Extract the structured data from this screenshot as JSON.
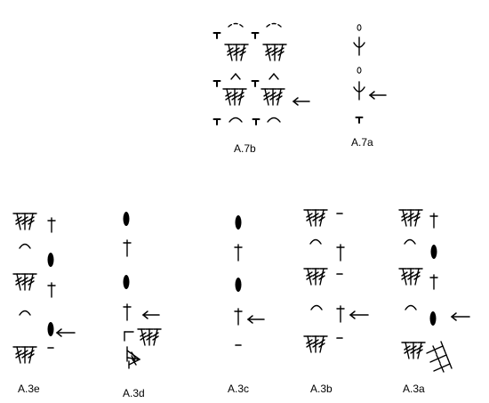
{
  "colors": {
    "ink": "#000000",
    "background": "#ffffff"
  },
  "symbols": {
    "ch": "chain stitch",
    "sc": "single crochet",
    "dc": "double crochet",
    "tr": "treble crochet",
    "ring": "chain ring",
    "arc": "chain space",
    "cluster3": "3-treble group",
    "fan": "fan of trebles",
    "arrow": "row indicator"
  },
  "diagrams": [
    {
      "id": "A.7b",
      "label": "A.7b"
    },
    {
      "id": "A.7a",
      "label": "A.7a"
    },
    {
      "id": "A.3e",
      "label": "A.3e"
    },
    {
      "id": "A.3d",
      "label": "A.3d"
    },
    {
      "id": "A.3c",
      "label": "A.3c"
    },
    {
      "id": "A.3b",
      "label": "A.3b"
    },
    {
      "id": "A.3a",
      "label": "A.3a"
    }
  ]
}
